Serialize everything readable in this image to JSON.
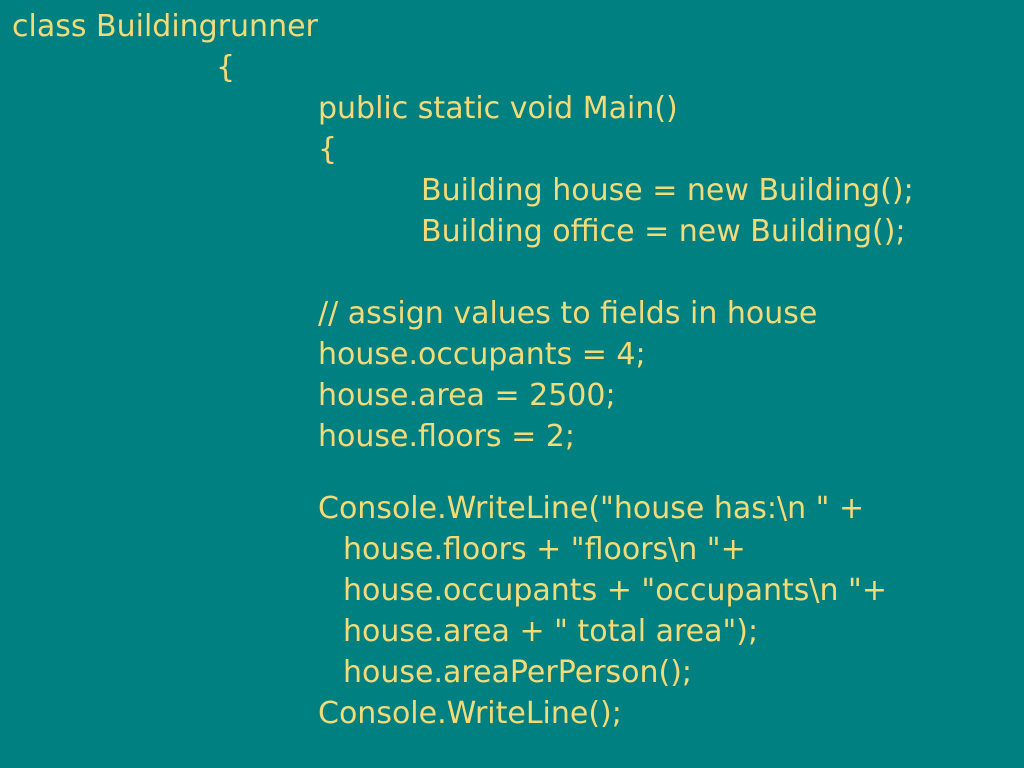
{
  "colors": {
    "background": "#008080",
    "text": "#f3db79"
  },
  "slide": {
    "lines": [
      "class Buildingrunner",
      "{",
      "public static void Main()",
      "{",
      "Building house = new Building();",
      "Building office = new Building();",
      "// assign values to fields in house",
      "house.occupants = 4;",
      "house.area = 2500;",
      "house.floors = 2;",
      "Console.WriteLine(\"house has:\\n \" +",
      "house.floors + \"floors\\n \"+",
      "house.occupants + \"occupants\\n \"+",
      "house.area + \" total area\");",
      "house.areaPerPerson();",
      "Console.WriteLine();"
    ]
  }
}
